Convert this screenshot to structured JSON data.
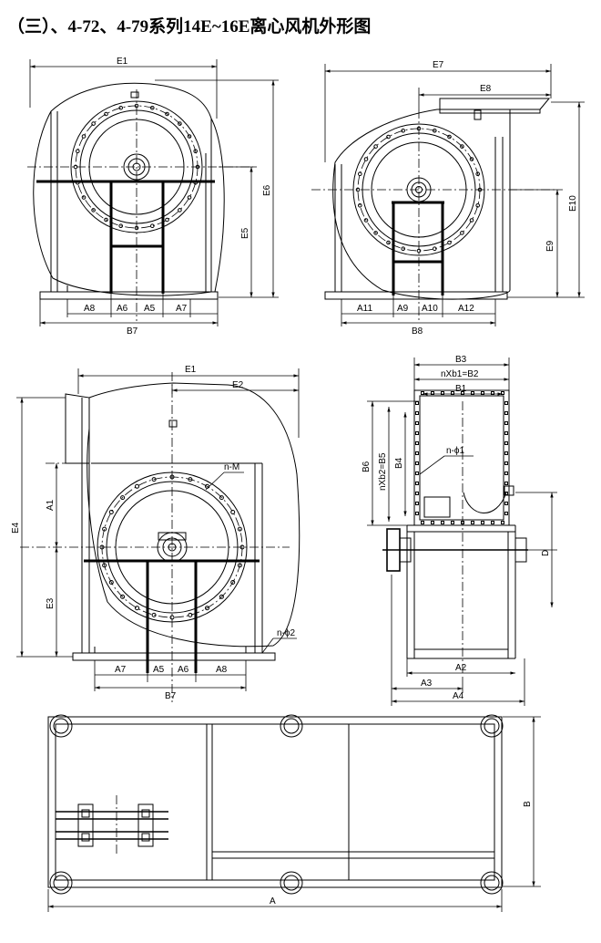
{
  "title": "（三）、4-72、4-79系列14E~16E离心风机外形图",
  "labels": {
    "E1": "E1",
    "E2": "E2",
    "E3": "E3",
    "E4": "E4",
    "E5": "E5",
    "E6": "E6",
    "E7": "E7",
    "E8": "E8",
    "E9": "E9",
    "E10": "E10",
    "A": "A",
    "A1": "A1",
    "A2": "A2",
    "A3": "A3",
    "A4": "A4",
    "A5": "A5",
    "A6": "A6",
    "A7": "A7",
    "A8": "A8",
    "A9": "A9",
    "A10": "A10",
    "A11": "A11",
    "A12": "A12",
    "B": "B",
    "B1": "B1",
    "B3": "B3",
    "B4": "B4",
    "B6": "B6",
    "B7": "B7",
    "B8": "B8",
    "D": "D",
    "nM": "n-M",
    "nphi1": "n-ϕ1",
    "nphi2": "n-ϕ2",
    "nXb1B2": "nXb1=B2",
    "nXb2B5": "nXb2=B5"
  }
}
